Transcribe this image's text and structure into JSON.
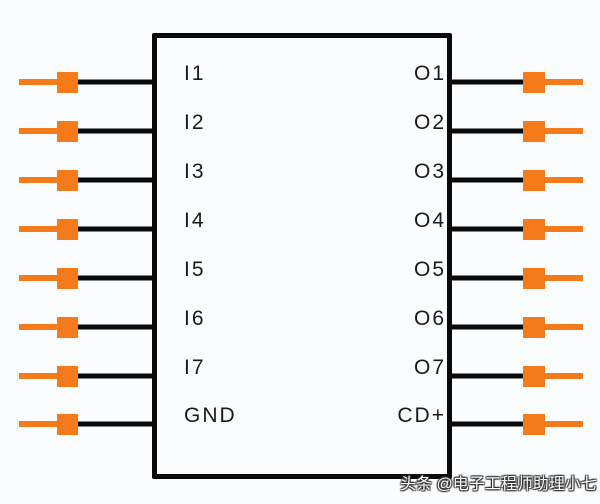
{
  "diagram": {
    "title": "",
    "component": "IC package pinout (16-pin)",
    "colors": {
      "body_stroke": "#0a0a0a",
      "pin_wire": "#0a0a0a",
      "pin_pad": "#f47a1a",
      "pin_lead": "#f47a1a",
      "background": "#fbfcfd"
    },
    "left_pins": [
      {
        "label": "I1"
      },
      {
        "label": "I2"
      },
      {
        "label": "I3"
      },
      {
        "label": "I4"
      },
      {
        "label": "I5"
      },
      {
        "label": "I6"
      },
      {
        "label": "I7"
      },
      {
        "label": "GND"
      }
    ],
    "right_pins": [
      {
        "label": "O1"
      },
      {
        "label": "O2"
      },
      {
        "label": "O3"
      },
      {
        "label": "O4"
      },
      {
        "label": "O5"
      },
      {
        "label": "O6"
      },
      {
        "label": "O7"
      },
      {
        "label": "CD+"
      }
    ]
  },
  "watermark": {
    "text": "头条 @电子工程师助理小七"
  }
}
